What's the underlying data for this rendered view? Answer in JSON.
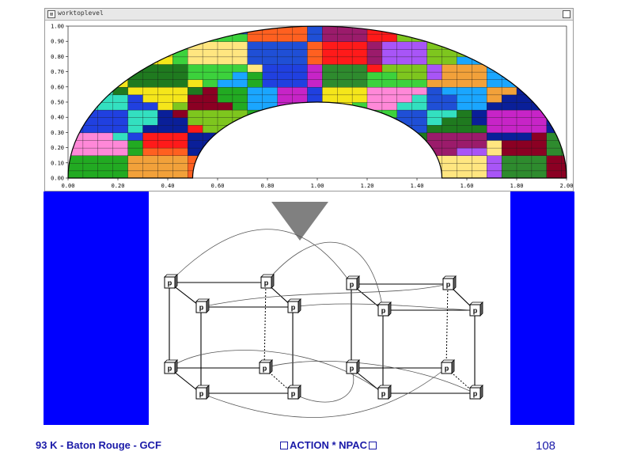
{
  "window": {
    "title": "worktoplevel"
  },
  "plot": {
    "x_ticks": [
      "0.00",
      "0.20",
      "0.40",
      "0.60",
      "0.80",
      "1.00",
      "1.20",
      "1.40",
      "1.60",
      "1.80",
      "2.00"
    ],
    "y_ticks": [
      "0.00",
      "0.10",
      "0.20",
      "0.30",
      "0.40",
      "0.50",
      "0.60",
      "0.70",
      "0.80",
      "0.90",
      "1.00"
    ],
    "xlim": [
      0,
      2
    ],
    "ylim": [
      0,
      1
    ],
    "inner_radius": 0.5,
    "outer_radius": 1.0,
    "partition_colors": [
      "#ffe680",
      "#8b0023",
      "#1f7a1f",
      "#0a1f99",
      "#33e0c0",
      "#f2a13a",
      "#ff88d8",
      "#a855f7",
      "#2e8b2e",
      "#9b1b6b",
      "#c724c7",
      "#1f4fd6",
      "#1aa6ff",
      "#3cd23c",
      "#7ec61e",
      "#f5e61a",
      "#ff1a1a",
      "#2040e0",
      "#ff6020",
      "#22aa22"
    ]
  },
  "processors": [
    {
      "label": "p"
    },
    {
      "label": "p"
    },
    {
      "label": "p"
    },
    {
      "label": "p"
    },
    {
      "label": "p"
    },
    {
      "label": "p"
    },
    {
      "label": "p"
    },
    {
      "label": "p"
    },
    {
      "label": "p"
    },
    {
      "label": "p"
    },
    {
      "label": "p"
    },
    {
      "label": "p"
    },
    {
      "label": "p"
    },
    {
      "label": "p"
    },
    {
      "label": "p"
    },
    {
      "label": "p"
    }
  ],
  "footer": {
    "left": "93 K - Baton Rouge - GCF",
    "center": "ACTION * NPAC",
    "page": "108"
  }
}
